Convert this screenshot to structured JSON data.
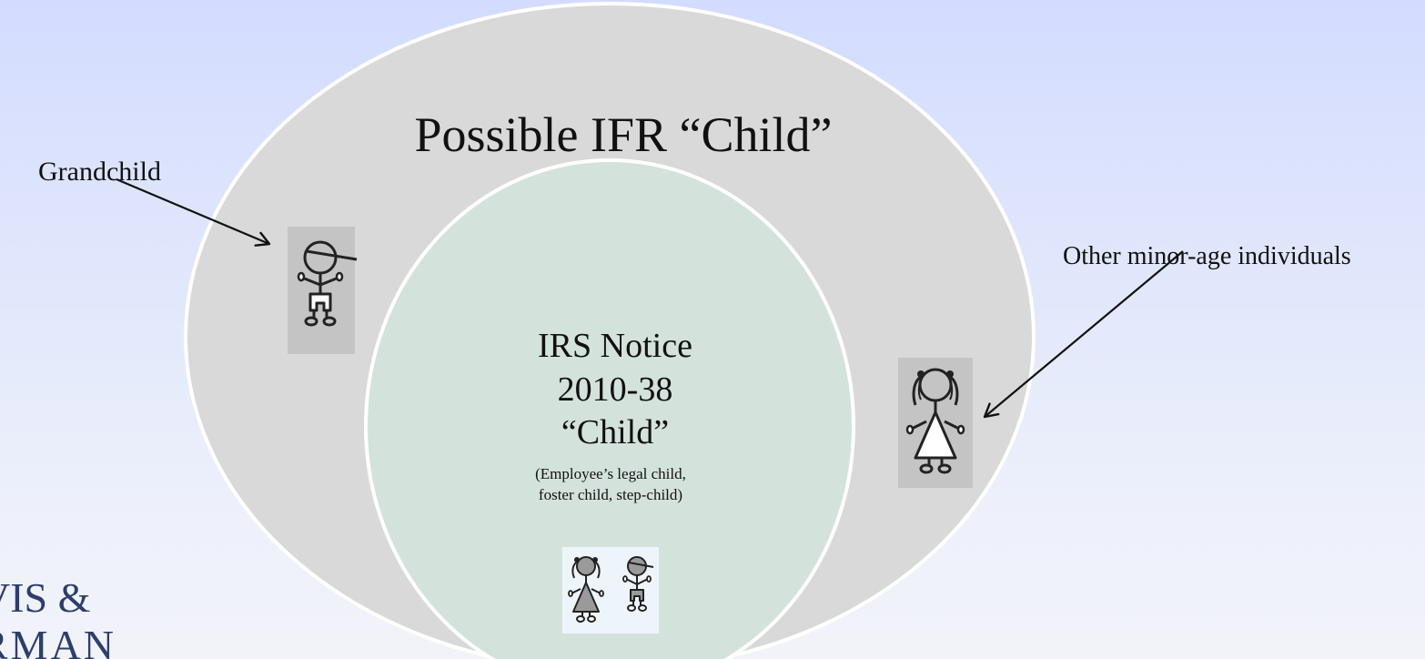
{
  "diagram": {
    "outer_title": "Possible IFR “Child”",
    "inner_title_lines": [
      "IRS Notice",
      "2010-38",
      "“Child”"
    ],
    "inner_note_lines": [
      "(Employee’s legal child,",
      "foster child, step-child)"
    ],
    "left_label": "Grandchild",
    "right_label": "Other minor-age individuals",
    "logo_lines": [
      "VIS &",
      "RMAN"
    ]
  },
  "colors": {
    "background_top": "#d3dcff",
    "outer_ellipse": "#d9d9d9",
    "inner_ellipse": "#d4e2dc",
    "ellipse_stroke": "#ffffff",
    "card_gray": "#c4c4c4",
    "card_light": "#eef5fa",
    "logo": "#2c3e6b",
    "text": "#111111"
  },
  "icons": [
    "boy-stick-figure-icon",
    "girl-stick-figure-icon"
  ]
}
